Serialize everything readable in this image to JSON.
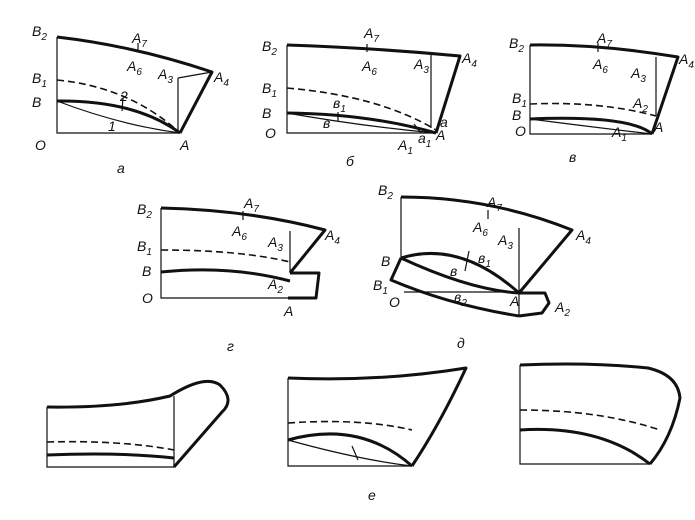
{
  "captions": {
    "a": "а",
    "b": "б",
    "v": "в",
    "g": "г",
    "d": "д",
    "e": "е"
  },
  "labels": {
    "B2": [
      "B",
      "2"
    ],
    "B1": [
      "B",
      "1"
    ],
    "B": [
      "B",
      ""
    ],
    "O": [
      "O",
      ""
    ],
    "A": [
      "A",
      ""
    ],
    "A1": [
      "A",
      "1"
    ],
    "A2": [
      "A",
      "2"
    ],
    "A3": [
      "A",
      "3"
    ],
    "A4": [
      "A",
      "4"
    ],
    "A6": [
      "A",
      "6"
    ],
    "A7": [
      "A",
      "7"
    ],
    "a": [
      "a",
      ""
    ],
    "a1": [
      "a",
      "1"
    ],
    "v": [
      "в",
      ""
    ],
    "v1": [
      "в",
      "1"
    ],
    "v2": [
      "в",
      "2"
    ],
    "n1": [
      "1",
      ""
    ],
    "n2": [
      "2",
      ""
    ]
  }
}
